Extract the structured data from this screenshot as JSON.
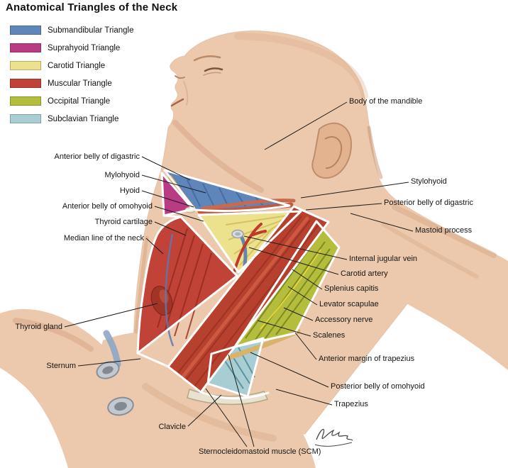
{
  "title": "Anatomical Triangles of the Neck",
  "legend": {
    "items": [
      {
        "label": "Submandibular Triangle",
        "color": "#5f86ba"
      },
      {
        "label": "Suprahyoid Triangle",
        "color": "#b93b84"
      },
      {
        "label": "Carotid Triangle",
        "color": "#ece18c"
      },
      {
        "label": "Muscular Triangle",
        "color": "#c14236"
      },
      {
        "label": "Occipital Triangle",
        "color": "#b4bd3c"
      },
      {
        "label": "Subclavian Triangle",
        "color": "#a8ced3"
      }
    ]
  },
  "labels": {
    "anterior_belly_digastric": "Anterior belly of digastric",
    "mylohyoid": "Mylohyoid",
    "hyoid": "Hyoid",
    "anterior_belly_omohyoid": "Anterior belly of omohyoid",
    "thyroid_cartilage": "Thyroid cartilage",
    "median_line": "Median line of the neck",
    "thyroid_gland": "Thyroid gland",
    "sternum": "Sternum",
    "clavicle": "Clavicle",
    "scm": "Sternocleidomastoid muscle (SCM)",
    "body_of_mandible": "Body of the mandible",
    "stylohyoid": "Stylohyoid",
    "posterior_belly_digastric": "Posterior belly of digastric",
    "mastoid_process": "Mastoid process",
    "internal_jugular_vein": "Internal jugular vein",
    "carotid_artery": "Carotid artery",
    "splenius_capitis": "Splenius capitis",
    "levator_scapulae": "Levator scapulae",
    "accessory_nerve": "Accessory nerve",
    "scalenes": "Scalenes",
    "anterior_margin_trapezius": "Anterior margin of trapezius",
    "posterior_belly_omohyoid": "Posterior belly of omohyoid",
    "trapezius": "Trapezius"
  }
}
